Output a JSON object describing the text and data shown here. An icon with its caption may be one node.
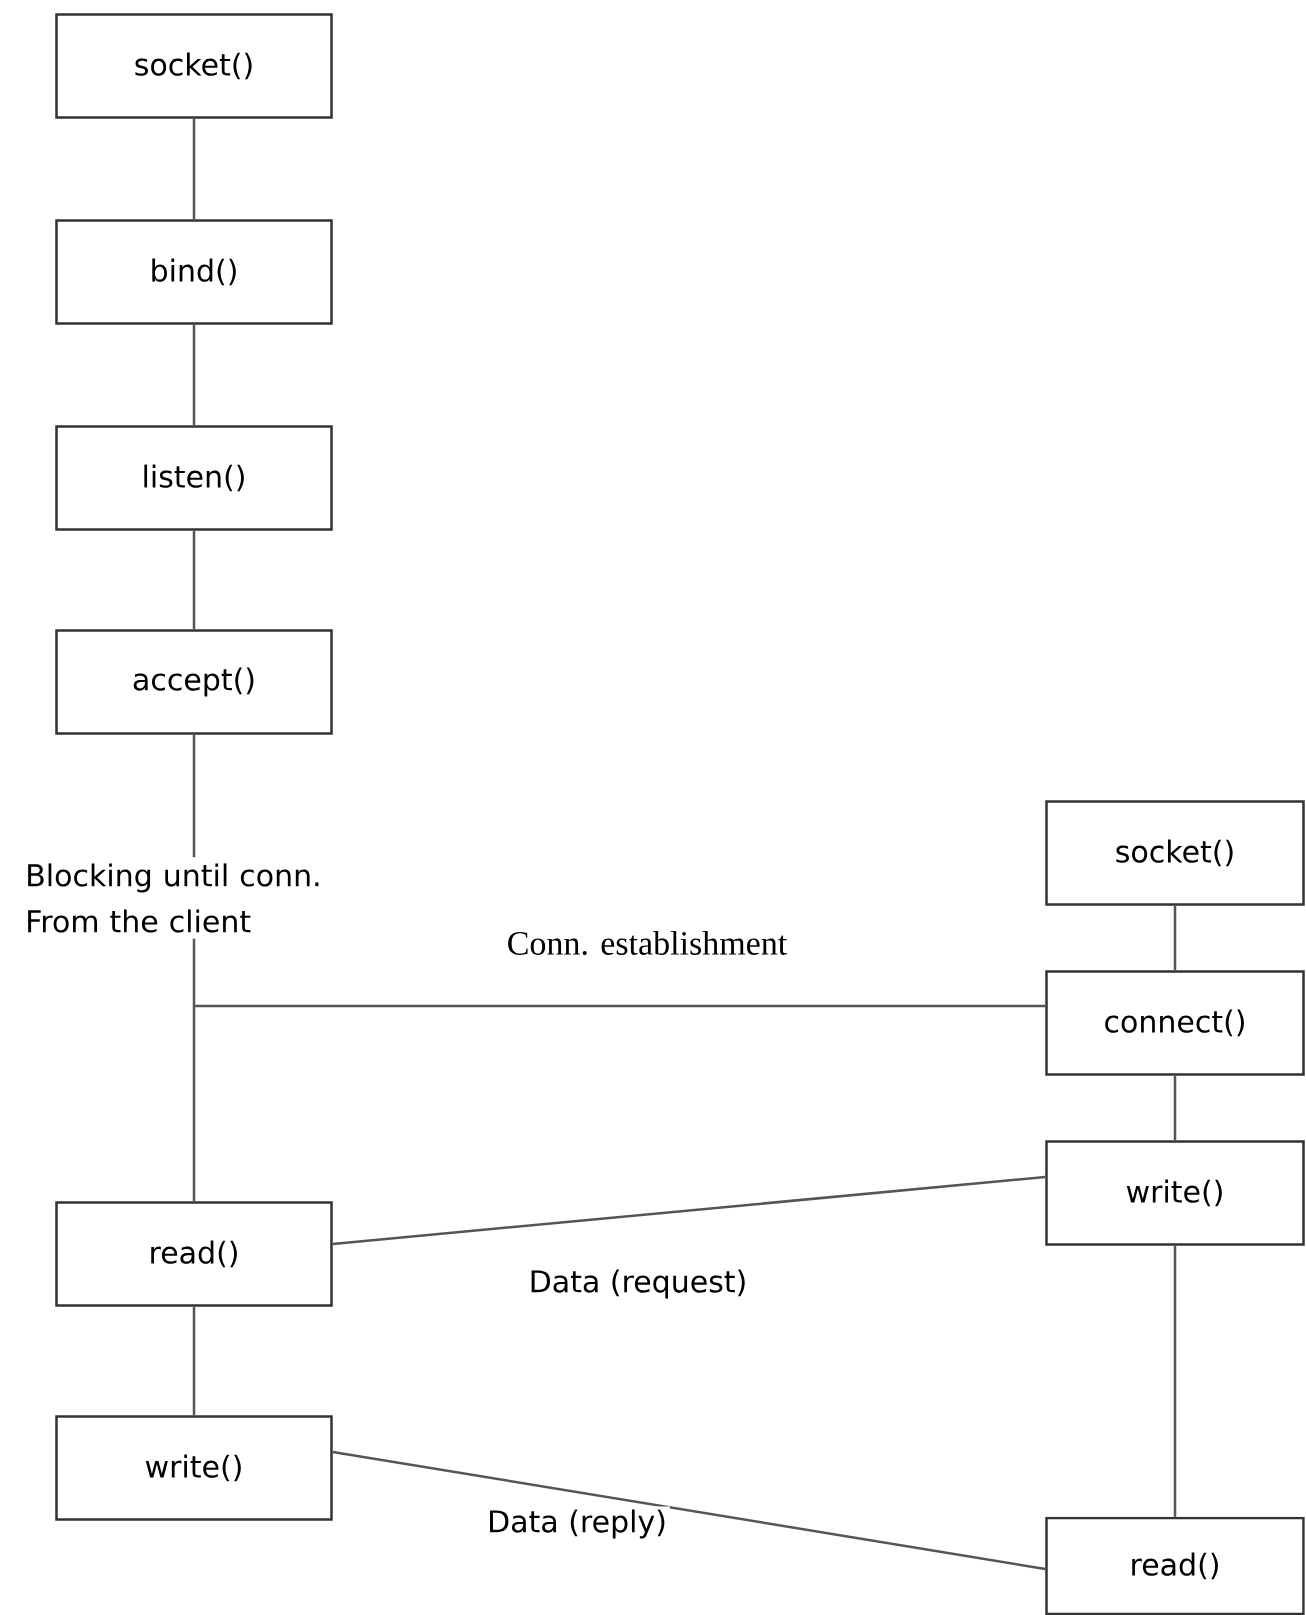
{
  "diagram": {
    "nodes": [
      {
        "text": [
          "socket()"
        ]
      },
      {
        "text": [
          "bind()"
        ]
      },
      {
        "text": [
          "listen()"
        ]
      },
      {
        "text": [
          "accept()"
        ]
      },
      {
        "text": [
          "Blocking until conn. From the client"
        ]
      },
      {
        "text": [
          "read()"
        ]
      },
      {
        "text": [
          "write()"
        ]
      },
      {
        "text": [
          "socket()"
        ]
      },
      {
        "text": [
          "connect()"
        ]
      },
      {
        "text": [
          "write()"
        ]
      },
      {
        "text": [
          "read()"
        ]
      }
    ],
    "edges": [
      {
        "from": 0,
        "to": 1,
        "arrow": "none"
      },
      {
        "from": 1,
        "to": 2,
        "arrow": "none"
      },
      {
        "from": 2,
        "to": 3,
        "arrow": "none"
      },
      {
        "from": 3,
        "to": 4,
        "arrow": "none"
      },
      {
        "from": 4,
        "to": 5,
        "arrow": "none"
      },
      {
        "from": 5,
        "to": 6,
        "arrow": "none"
      },
      {
        "from": 7,
        "to": 8,
        "arrow": "none"
      },
      {
        "from": 8,
        "to": 9,
        "arrow": "none"
      },
      {
        "from": 9,
        "to": 10,
        "arrow": "none"
      },
      {
        "from": 8,
        "to": null,
        "arrow": "none",
        "label": "Conn. establishment"
      },
      {
        "from": 9,
        "to": 5,
        "arrow": "none",
        "label": "Data (request)"
      },
      {
        "from": 6,
        "to": 10,
        "arrow": "none",
        "label": "Data (reply)"
      }
    ]
  }
}
